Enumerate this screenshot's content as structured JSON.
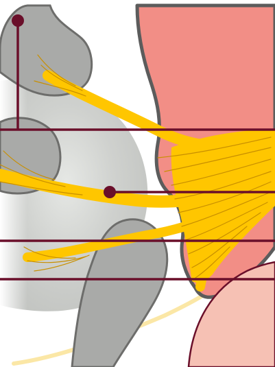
{
  "figure": {
    "kind": "anatomical-illustration",
    "background": "#ffffff",
    "colors": {
      "soft_tissue_gray": "#c3c5c2",
      "soft_tissue_highlight": "#e6e8e5",
      "ganglion_gray": "#a9aaa8",
      "ganglion_outline": "#6d6d6b",
      "organ_red": "#f28e86",
      "organ_outline": "#5c5c5c",
      "lower_organ_pink": "#f6c1b4",
      "lower_organ_outline": "#6a0f2a",
      "nerve_yellow": "#ffc600",
      "nerve_fiber": "#c88f00",
      "faint_nerve": "#fbe7a6",
      "leader_line": "#6a0f2a"
    },
    "leader_lines": 5,
    "leader_markers": 2,
    "labels": []
  }
}
